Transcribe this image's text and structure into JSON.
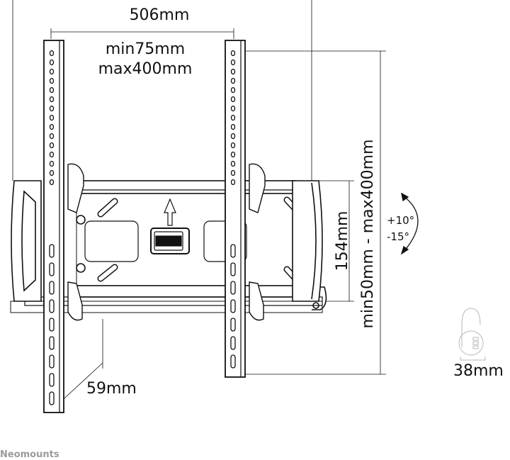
{
  "dimensions": {
    "total_width": "506mm",
    "vesa_horizontal_min": "min75mm",
    "vesa_horizontal_max": "max400mm",
    "vesa_vertical": "min50mm - max400mm",
    "plate_height": "154mm",
    "depth_to_wall": "59mm",
    "tilt_up": "+10°",
    "tilt_down": "-15°",
    "profile_depth": "38mm"
  },
  "brand": {
    "logo_text": "Neomounts"
  },
  "colors": {
    "line": "#111111",
    "logo": "#9a9a9a",
    "profile": "#b8b8b8"
  }
}
